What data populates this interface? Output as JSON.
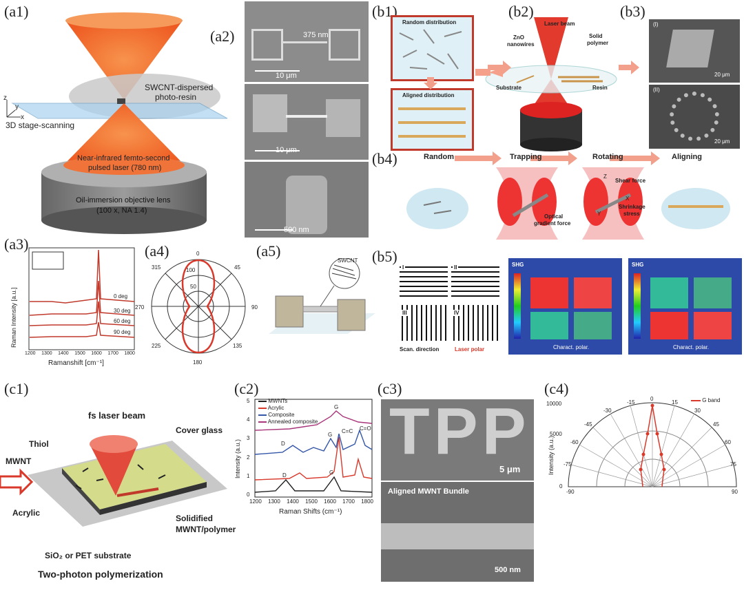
{
  "labels": {
    "a1": "(a1)",
    "a2": "(a2)",
    "a3": "(a3)",
    "a4": "(a4)",
    "a5": "(a5)",
    "b1": "(b1)",
    "b2": "(b2)",
    "b3": "(b3)",
    "b4": "(b4)",
    "b5": "(b5)",
    "c1": "(c1)",
    "c2": "(c2)",
    "c3": "(c3)",
    "c4": "(c4)"
  },
  "a1": {
    "swcnt": "SWCNT-dispersed",
    "photoresin": "photo-resin",
    "stage": "3D stage-scanning",
    "laser1": "Near-infrared femto-second",
    "laser2": "pulsed laser (780 nm)",
    "lens1": "Oil-immersion objective lens",
    "lens2": "(100 x, NA 1.4)",
    "ax_z": "z",
    "ax_y": "y",
    "ax_x": "x"
  },
  "a2": {
    "dim": "375 nm",
    "scale1": "10 μm",
    "scale2": "10 μm",
    "scale3": "500 nm"
  },
  "a3": {
    "ylabel": "Raman Intensity [a.u.]",
    "xlabel": "Ramanshift [cm⁻¹]",
    "ticks": [
      "1200",
      "1300",
      "1400",
      "1500",
      "1600",
      "1700",
      "1800"
    ],
    "curves": [
      "0 deg",
      "30 deg",
      "60 deg",
      "90 deg"
    ]
  },
  "a4": {
    "angles": [
      "0",
      "45",
      "90",
      "135",
      "180",
      "225",
      "270",
      "315"
    ],
    "radial": [
      "50",
      "100"
    ]
  },
  "a5": {
    "label": "SWCNT"
  },
  "b1": {
    "random": "Random distribution",
    "aligned": "Aligned distribution"
  },
  "b2": {
    "laser": "Laser beam",
    "zno1": "ZnO",
    "zno2": "nanowires",
    "solid1": "Solid",
    "solid2": "polymer",
    "substrate": "Substrate",
    "resin": "Resin"
  },
  "b3": {
    "i": "(I)",
    "ii": "(II)",
    "scale1": "20 μm",
    "scale2": "20 μm"
  },
  "b4": {
    "stages": [
      "Random",
      "Trapping",
      "Rotating",
      "Aligning"
    ],
    "grad1": "Optical",
    "grad2": "gradient force",
    "shear": "Shear force",
    "shrink1": "Shrinkage",
    "shrink2": "stress",
    "ax_z": "Z",
    "ax_x": "X",
    "ax_y": "Y"
  },
  "b5": {
    "q": [
      "I",
      "II",
      "III",
      "IV"
    ],
    "scan": "Scan. direction",
    "laserpolar": "Laser polar",
    "shg": "SHG",
    "charact": "Charact. polar."
  },
  "c1": {
    "fs": "fs laser beam",
    "cover": "Cover glass",
    "thiol": "Thiol",
    "mwnt": "MWNT",
    "acrylic": "Acrylic",
    "solid1": "Solidified",
    "solid2": "MWNT/polymer",
    "substrate": "SiO₂ or PET substrate",
    "title": "Two-photon polymerization"
  },
  "c2": {
    "ylabel": "Intensity (a.u.)",
    "xlabel": "Raman Shifts (cm⁻¹)",
    "legend": [
      "MWNTs",
      "Acrylic",
      "Composite",
      "Annealed composite"
    ],
    "yticks": [
      "0",
      "1",
      "2",
      "3",
      "4",
      "5"
    ],
    "xticks": [
      "1200",
      "1300",
      "1400",
      "1500",
      "1600",
      "1700",
      "1800"
    ],
    "peaks": {
      "d": "D",
      "g": "G",
      "cc": "C=C",
      "co": "C=O"
    }
  },
  "c3": {
    "letters": "TPP",
    "scale1": "5 μm",
    "bundle": "Aligned MWNT Bundle",
    "scale2": "500 nm"
  },
  "c4": {
    "legend": "G band",
    "ylabel": "Intensity (a.u.)",
    "r_ticks": [
      "0",
      "5000",
      "10000"
    ],
    "angles": [
      "-90",
      "-75",
      "-60",
      "-45",
      "-30",
      "-15",
      "0",
      "15",
      "30",
      "45",
      "60",
      "75",
      "90"
    ]
  },
  "colors": {
    "orange": "#f06a2a",
    "red": "#d8392b",
    "raman": "#c0392b",
    "sem": "#8a8a8a"
  }
}
